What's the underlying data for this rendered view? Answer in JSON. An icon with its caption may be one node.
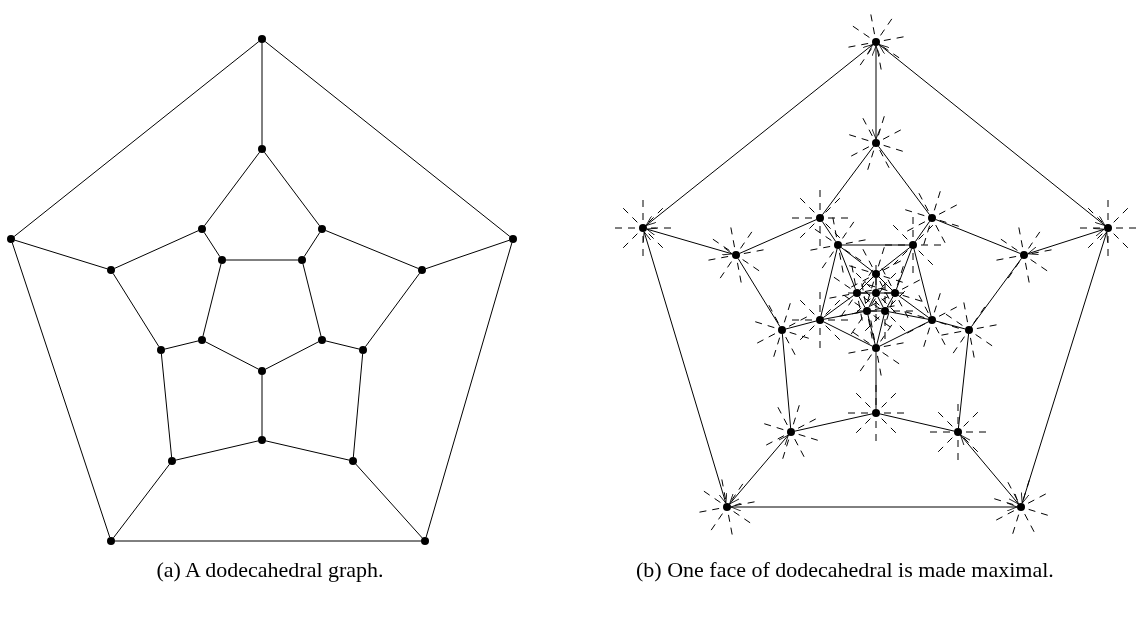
{
  "diagram": {
    "nodes": [
      {
        "text": [],
        "shape": "circle"
      },
      {
        "text": [],
        "shape": "circle"
      },
      {
        "text": [],
        "shape": "circle"
      },
      {
        "text": [],
        "shape": "circle"
      },
      {
        "text": [],
        "shape": "circle"
      },
      {
        "text": [],
        "shape": "circle"
      },
      {
        "text": [],
        "shape": "circle"
      },
      {
        "text": [],
        "shape": "circle"
      },
      {
        "text": [],
        "shape": "circle"
      },
      {
        "text": [],
        "shape": "circle"
      },
      {
        "text": [],
        "shape": "circle"
      },
      {
        "text": [],
        "shape": "circle"
      },
      {
        "text": [],
        "shape": "circle"
      },
      {
        "text": [],
        "shape": "circle"
      },
      {
        "text": [],
        "shape": "circle"
      },
      {
        "text": [],
        "shape": "circle"
      },
      {
        "text": [],
        "shape": "circle"
      },
      {
        "text": [],
        "shape": "circle"
      },
      {
        "text": [],
        "shape": "circle"
      },
      {
        "text": [],
        "shape": "circle"
      },
      {
        "text": [],
        "shape": "circle"
      },
      {
        "text": [],
        "shape": "circle"
      },
      {
        "text": [],
        "shape": "circle"
      },
      {
        "text": [],
        "shape": "circle"
      },
      {
        "text": [],
        "shape": "circle"
      },
      {
        "text": [],
        "shape": "circle"
      },
      {
        "text": [],
        "shape": "circle"
      },
      {
        "text": [],
        "shape": "circle"
      },
      {
        "text": [],
        "shape": "circle"
      },
      {
        "text": [],
        "shape": "circle"
      },
      {
        "text": [],
        "shape": "circle"
      },
      {
        "text": [],
        "shape": "circle"
      },
      {
        "text": [],
        "shape": "circle"
      },
      {
        "text": [],
        "shape": "circle"
      },
      {
        "text": [],
        "shape": "circle"
      },
      {
        "text": [],
        "shape": "circle"
      },
      {
        "text": [],
        "shape": "circle"
      },
      {
        "text": [],
        "shape": "circle"
      },
      {
        "text": [],
        "shape": "circle"
      },
      {
        "text": [],
        "shape": "circle"
      },
      {
        "text": [],
        "shape": "circle"
      },
      {
        "text": [],
        "shape": "circle"
      },
      {
        "text": [],
        "shape": "circle"
      },
      {
        "text": [],
        "shape": "circle"
      },
      {
        "text": [],
        "shape": "circle"
      },
      {
        "text": [],
        "shape": "circle"
      }
    ],
    "edges": [
      {
        "from": 0,
        "to": 1,
        "arrow": "none"
      },
      {
        "from": 1,
        "to": 2,
        "arrow": "none"
      },
      {
        "from": 2,
        "to": 3,
        "arrow": "none"
      },
      {
        "from": 3,
        "to": 4,
        "arrow": "none"
      },
      {
        "from": 4,
        "to": 0,
        "arrow": "none"
      },
      {
        "from": 0,
        "to": 5,
        "arrow": "none"
      },
      {
        "from": 1,
        "to": 6,
        "arrow": "none"
      },
      {
        "from": 2,
        "to": 7,
        "arrow": "none"
      },
      {
        "from": 3,
        "to": 8,
        "arrow": "none"
      },
      {
        "from": 4,
        "to": 9,
        "arrow": "none"
      },
      {
        "from": 5,
        "to": 10,
        "arrow": "none"
      },
      {
        "from": 5,
        "to": 11,
        "arrow": "none"
      },
      {
        "from": 6,
        "to": 11,
        "arrow": "none"
      },
      {
        "from": 6,
        "to": 12,
        "arrow": "none"
      },
      {
        "from": 7,
        "to": 12,
        "arrow": "none"
      },
      {
        "from": 7,
        "to": 13,
        "arrow": "none"
      },
      {
        "from": 8,
        "to": 13,
        "arrow": "none"
      },
      {
        "from": 8,
        "to": 14,
        "arrow": "none"
      },
      {
        "from": 9,
        "to": 14,
        "arrow": "none"
      },
      {
        "from": 9,
        "to": 10,
        "arrow": "none"
      },
      {
        "from": 10,
        "to": 15,
        "arrow": "none"
      },
      {
        "from": 11,
        "to": 16,
        "arrow": "none"
      },
      {
        "from": 12,
        "to": 17,
        "arrow": "none"
      },
      {
        "from": 13,
        "to": 18,
        "arrow": "none"
      },
      {
        "from": 14,
        "to": 19,
        "arrow": "none"
      },
      {
        "from": 15,
        "to": 16,
        "arrow": "none"
      },
      {
        "from": 16,
        "to": 17,
        "arrow": "none"
      },
      {
        "from": 17,
        "to": 18,
        "arrow": "none"
      },
      {
        "from": 18,
        "to": 19,
        "arrow": "none"
      },
      {
        "from": 19,
        "to": 15,
        "arrow": "none"
      },
      {
        "from": 20,
        "to": 21,
        "arrow": "both"
      },
      {
        "from": 21,
        "to": 22,
        "arrow": "both"
      },
      {
        "from": 22,
        "to": 23,
        "arrow": "both"
      },
      {
        "from": 23,
        "to": 24,
        "arrow": "both"
      },
      {
        "from": 24,
        "to": 20,
        "arrow": "both"
      },
      {
        "from": 20,
        "to": 25,
        "arrow": "both"
      },
      {
        "from": 21,
        "to": 26,
        "arrow": "both"
      },
      {
        "from": 22,
        "to": 27,
        "arrow": "both"
      },
      {
        "from": 23,
        "to": 28,
        "arrow": "both"
      },
      {
        "from": 24,
        "to": 29,
        "arrow": "both"
      },
      {
        "from": 25,
        "to": 30,
        "arrow": "none"
      },
      {
        "from": 25,
        "to": 31,
        "arrow": "none"
      },
      {
        "from": 26,
        "to": 31,
        "arrow": "none"
      },
      {
        "from": 26,
        "to": 32,
        "arrow": "none"
      },
      {
        "from": 27,
        "to": 32,
        "arrow": "none"
      },
      {
        "from": 27,
        "to": 33,
        "arrow": "none"
      },
      {
        "from": 28,
        "to": 33,
        "arrow": "none"
      },
      {
        "from": 28,
        "to": 34,
        "arrow": "none"
      },
      {
        "from": 29,
        "to": 34,
        "arrow": "none"
      },
      {
        "from": 29,
        "to": 30,
        "arrow": "none"
      },
      {
        "from": 30,
        "to": 35,
        "arrow": "none"
      },
      {
        "from": 31,
        "to": 36,
        "arrow": "none"
      },
      {
        "from": 32,
        "to": 37,
        "arrow": "none"
      },
      {
        "from": 33,
        "to": 38,
        "arrow": "none"
      },
      {
        "from": 34,
        "to": 39,
        "arrow": "none"
      },
      {
        "from": 35,
        "to": 36,
        "arrow": "none"
      },
      {
        "from": 36,
        "to": 37,
        "arrow": "none"
      },
      {
        "from": 37,
        "to": 38,
        "arrow": "none"
      },
      {
        "from": 38,
        "to": 39,
        "arrow": "none"
      },
      {
        "from": 39,
        "to": 35,
        "arrow": "none"
      },
      {
        "from": 35,
        "to": 40,
        "arrow": "none"
      },
      {
        "from": 36,
        "to": 40,
        "arrow": "none"
      },
      {
        "from": 35,
        "to": 41,
        "arrow": "none"
      },
      {
        "from": 36,
        "to": 43,
        "arrow": "none"
      },
      {
        "from": 39,
        "to": 41,
        "arrow": "none"
      },
      {
        "from": 39,
        "to": 44,
        "arrow": "none"
      },
      {
        "from": 37,
        "to": 43,
        "arrow": "none"
      },
      {
        "from": 37,
        "to": 45,
        "arrow": "none"
      },
      {
        "from": 38,
        "to": 44,
        "arrow": "none"
      },
      {
        "from": 38,
        "to": 45,
        "arrow": "none"
      },
      {
        "from": 40,
        "to": 41,
        "arrow": "none"
      },
      {
        "from": 40,
        "to": 42,
        "arrow": "none"
      },
      {
        "from": 40,
        "to": 43,
        "arrow": "none"
      },
      {
        "from": 41,
        "to": 42,
        "arrow": "none"
      },
      {
        "from": 42,
        "to": 43,
        "arrow": "none"
      },
      {
        "from": 41,
        "to": 44,
        "arrow": "none"
      },
      {
        "from": 44,
        "to": 45,
        "arrow": "none"
      },
      {
        "from": 45,
        "to": 43,
        "arrow": "none"
      },
      {
        "from": 42,
        "to": 44,
        "arrow": "none"
      },
      {
        "from": 42,
        "to": 45,
        "arrow": "none"
      }
    ],
    "labels": [
      "(a) A dodecahedral graph.",
      "(b) One face of dodecahedral is made maximal."
    ]
  }
}
